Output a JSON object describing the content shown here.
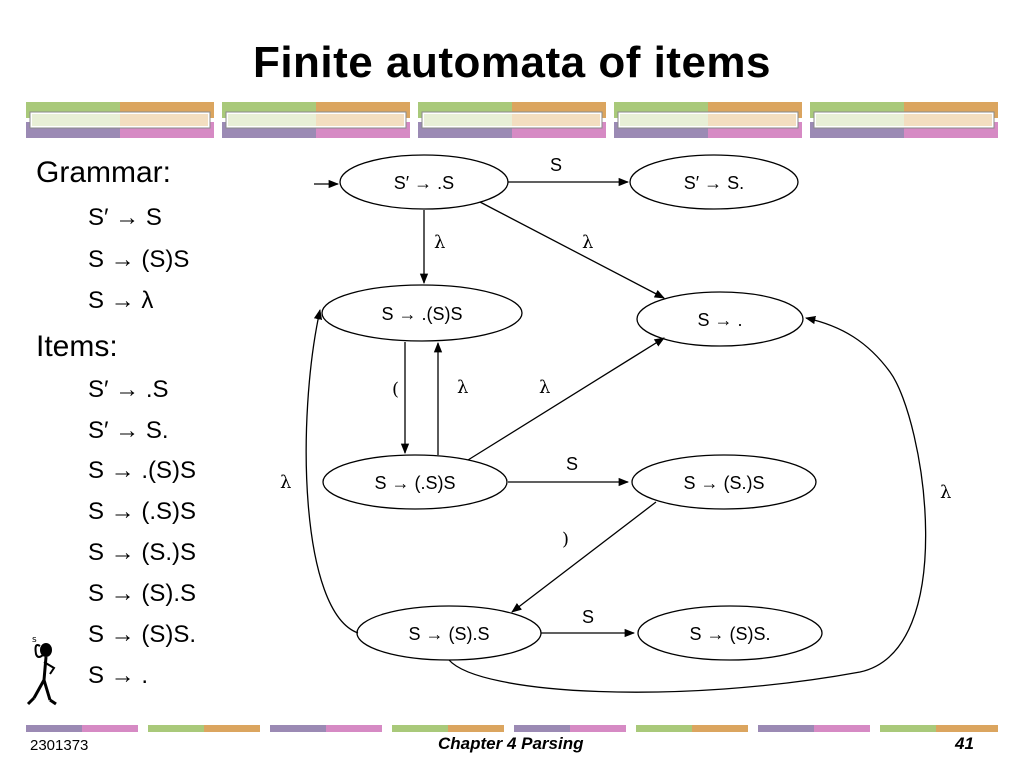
{
  "title": "Finite automata of items",
  "grammar": {
    "heading": "Grammar:",
    "rules": [
      "S′ → S",
      "S → (S)S",
      "S → λ"
    ]
  },
  "items": {
    "heading": "Items:",
    "list": [
      "S′ → .S",
      "S′ → S.",
      "S → .(S)S",
      "S → (.S)S",
      "S → (S.)S",
      "S → (S).S",
      "S → (S)S.",
      "S → ."
    ]
  },
  "states": {
    "s0": "S′ → .S",
    "s1": "S′ → S.",
    "s2": "S → .(S)S",
    "s3": "S → .",
    "s4": "S → (.S)S",
    "s5": "S → (S.)S",
    "s6": "S → (S).S",
    "s7": "S → (S)S."
  },
  "edge_labels": {
    "s0_s1": "S",
    "s0_s2": "λ",
    "s0_s3": "λ",
    "s2_s4": "(",
    "s4_s2": "λ",
    "s4_s3": "λ",
    "s4_s5": "S",
    "s5_s6": ")",
    "s6_s2": "λ",
    "s6_s3": "λ",
    "s6_s7": "S"
  },
  "footer": {
    "course": "2301373",
    "chapter": "Chapter 4  Parsing",
    "page": "41"
  },
  "colors": {
    "green": "#a9c97a",
    "orange": "#dba55f",
    "purple": "#9b8ab4",
    "pink": "#d68ac4"
  },
  "icons": {
    "mascot": "thinking-stick-figure-icon"
  }
}
